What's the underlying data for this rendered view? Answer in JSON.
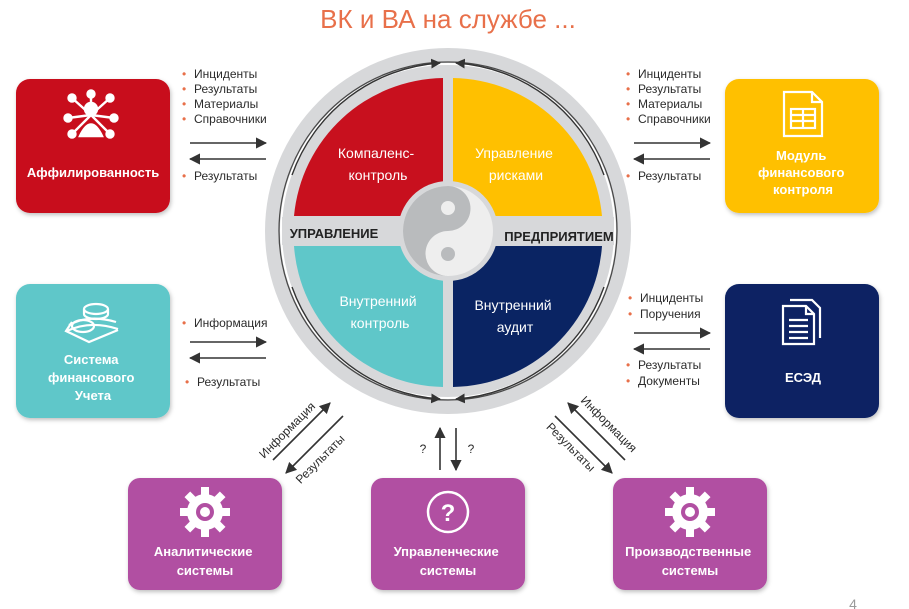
{
  "title": "ВК и ВА на службе ...",
  "page_number": "4",
  "colors": {
    "title": "#e8704a",
    "red": "#c8101e",
    "yellow": "#ffc000",
    "teal": "#5fc7c9",
    "navy": "#0a2463",
    "purple": "#b14fa2",
    "ring": "#d7d8da",
    "center": "#c8cacc",
    "text_dark": "#2b2b2b"
  },
  "center": {
    "left_label": "УПРАВЛЕНИЕ",
    "right_label": "ПРЕДПРИЯТИЕМ",
    "quadrants": {
      "top_left": [
        "Компаленс-",
        "контроль"
      ],
      "top_right": [
        "Управление",
        "рисками"
      ],
      "bottom_left": [
        "Внутренний",
        "контроль"
      ],
      "bottom_right": [
        "Внутренний",
        "аудит"
      ]
    }
  },
  "boxes": {
    "affiliation": {
      "lines": [
        "Аффилированность"
      ],
      "icon": "network-person-icon"
    },
    "fin_control": {
      "lines": [
        "Модуль",
        "финансового",
        "контроля"
      ],
      "icon": "spreadsheet-document-icon"
    },
    "accounting": {
      "lines": [
        "Система",
        "финансового",
        "Учета"
      ],
      "icon": "coins-stack-icon"
    },
    "esed": {
      "lines": [
        "ЕСЭД"
      ],
      "icon": "documents-icon"
    },
    "analytics": {
      "lines": [
        "Аналитические",
        "системы"
      ],
      "icon": "gear-icon"
    },
    "management": {
      "lines": [
        "Управленческие",
        "системы"
      ],
      "icon": "question-icon"
    },
    "production": {
      "lines": [
        "Производственные",
        "системы"
      ],
      "icon": "gear-icon"
    }
  },
  "flows": {
    "left_top_in": [
      "Инциденты",
      "Результаты",
      "Материалы",
      "Справочники"
    ],
    "left_top_out": [
      "Результаты"
    ],
    "right_top_in": [
      "Инциденты",
      "Результаты",
      "Материалы",
      "Справочники"
    ],
    "right_top_out": [
      "Результаты"
    ],
    "left_mid_in": [
      "Информация"
    ],
    "left_mid_out": [
      "Результаты"
    ],
    "right_mid_in": [
      "Инциденты",
      "Поручения"
    ],
    "right_mid_out": [
      "Результаты",
      "Документы"
    ],
    "bottom_left_a": "Информация",
    "bottom_left_b": "Результаты",
    "bottom_mid_a": "?",
    "bottom_mid_b": "?",
    "bottom_right_a": "Информация",
    "bottom_right_b": "Результаты"
  }
}
